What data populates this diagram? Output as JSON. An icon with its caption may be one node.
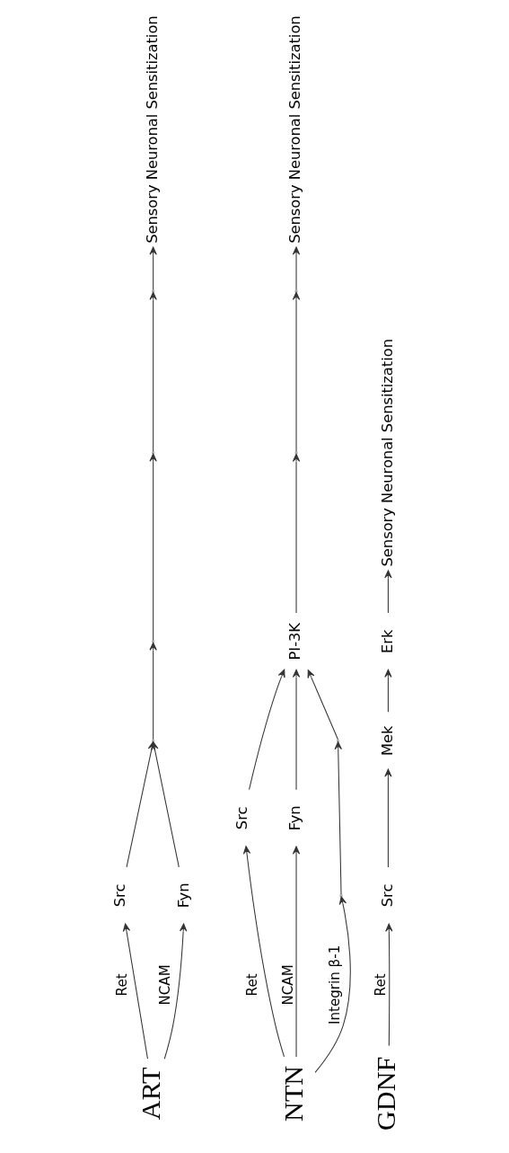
{
  "diagram": {
    "nodes": [
      {
        "text": [
          "GDNF"
        ]
      },
      {
        "text": [
          "Src"
        ]
      },
      {
        "text": [
          "Mek"
        ]
      },
      {
        "text": [
          "Erk"
        ]
      },
      {
        "text": [
          "Sensory Neuronal Sensitization"
        ]
      },
      {
        "text": [
          "NTN"
        ]
      },
      {
        "text": [
          "Src"
        ]
      },
      {
        "text": [
          "Fyn"
        ]
      },
      {
        "text": [],
        "shape": "point"
      },
      {
        "text": [],
        "shape": "point"
      },
      {
        "text": [
          "PI-3K"
        ]
      },
      {
        "text": [],
        "shape": "point"
      },
      {
        "text": [],
        "shape": "point"
      },
      {
        "text": [
          "Sensory Neuronal Sensitization"
        ]
      },
      {
        "text": [
          "ART"
        ]
      },
      {
        "text": [
          "Src"
        ]
      },
      {
        "text": [
          "Fyn"
        ]
      },
      {
        "text": [],
        "shape": "point"
      },
      {
        "text": [],
        "shape": "point"
      },
      {
        "text": [],
        "shape": "point"
      },
      {
        "text": [],
        "shape": "point"
      },
      {
        "text": [
          "Sensory Neuronal Sensitization"
        ]
      }
    ],
    "edges": [
      {
        "from": 0,
        "to": 1,
        "arrow": "to",
        "label": "Ret"
      },
      {
        "from": 1,
        "to": 2,
        "arrow": "to"
      },
      {
        "from": 2,
        "to": 3,
        "arrow": "to"
      },
      {
        "from": 3,
        "to": 4,
        "arrow": "to"
      },
      {
        "from": 5,
        "to": 6,
        "arrow": "to",
        "label": "Ret"
      },
      {
        "from": 5,
        "to": 8,
        "arrow": "to",
        "label": "Integrin β-1"
      },
      {
        "from": 5,
        "to": 7,
        "arrow": "to",
        "label": "NCAM"
      },
      {
        "from": 8,
        "to": 9,
        "arrow": "to"
      },
      {
        "from": 9,
        "to": 10,
        "arrow": "to"
      },
      {
        "from": 6,
        "to": 10,
        "arrow": "to"
      },
      {
        "from": 7,
        "to": 10,
        "arrow": "to"
      },
      {
        "from": 10,
        "to": 11,
        "arrow": "to"
      },
      {
        "from": 11,
        "to": 12,
        "arrow": "to"
      },
      {
        "from": 12,
        "to": 13,
        "arrow": "to"
      },
      {
        "from": 14,
        "to": 15,
        "arrow": "to",
        "label": "Ret"
      },
      {
        "from": 14,
        "to": 16,
        "arrow": "to",
        "label": "NCAM"
      },
      {
        "from": 15,
        "to": 17,
        "arrow": "to"
      },
      {
        "from": 16,
        "to": 17,
        "arrow": "to"
      },
      {
        "from": 17,
        "to": 18,
        "arrow": "to"
      },
      {
        "from": 18,
        "to": 19,
        "arrow": "to"
      },
      {
        "from": 19,
        "to": 20,
        "arrow": "to"
      },
      {
        "from": 20,
        "to": 21,
        "arrow": "to"
      }
    ]
  }
}
